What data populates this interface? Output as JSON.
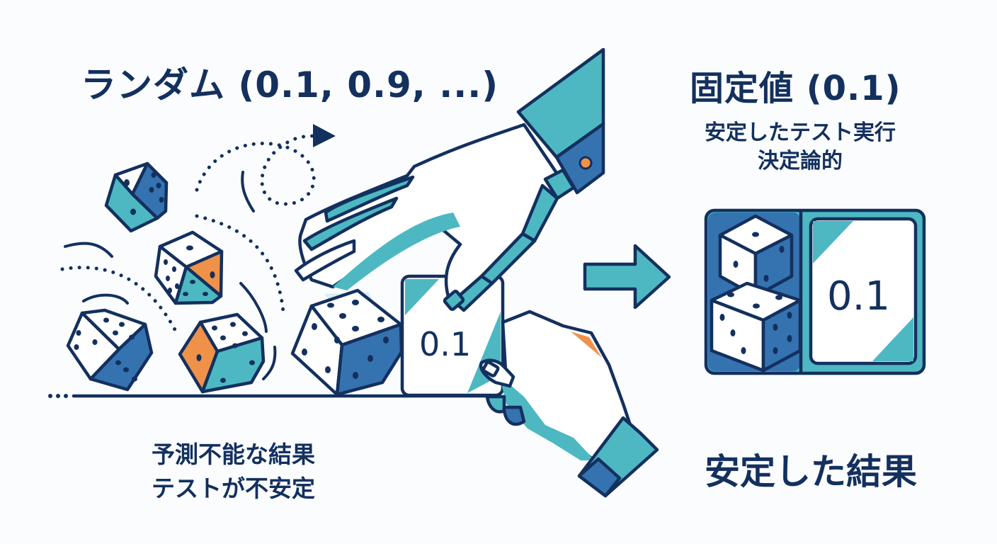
{
  "left_panel": {
    "title": "ランダム (0.1, 0.9, ...)",
    "caption_line1": "予測不能な結果",
    "caption_line2": "テストが不安定",
    "card_value": "0.1"
  },
  "right_panel": {
    "title": "固定値 (0.1)",
    "subtitle_line1": "安定したテスト実行",
    "subtitle_line2": "決定論的",
    "card_value": "0.1",
    "caption": "安定した結果"
  },
  "icons": [
    "dice-icon",
    "hand-icon",
    "robot-hand-icon",
    "value-card-icon",
    "arrow-right-icon",
    "dotted-trajectory-icon"
  ],
  "colors": {
    "navy": "#13305e",
    "teal": "#4db8c2",
    "blue": "#3572b0",
    "orange": "#f0914a",
    "background": "#fbfcfd",
    "white": "#ffffff"
  }
}
